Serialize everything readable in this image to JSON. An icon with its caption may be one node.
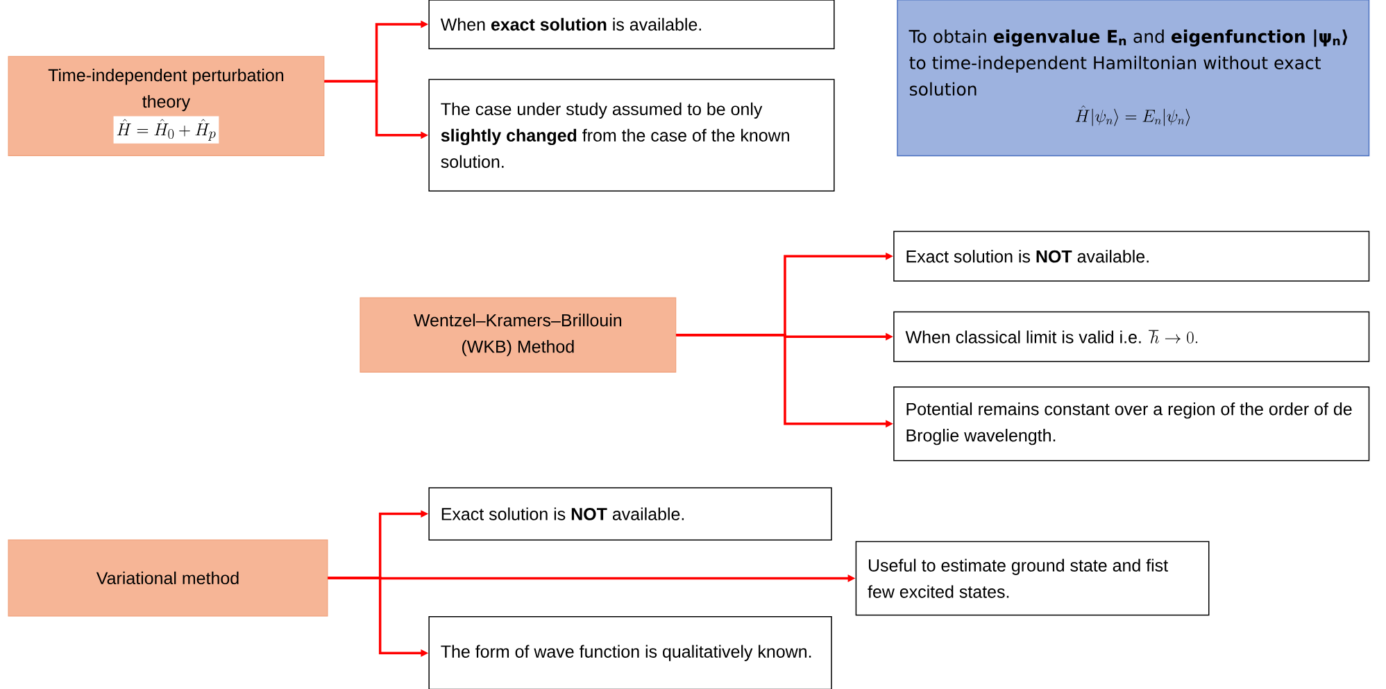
{
  "diagram": {
    "nodes": [
      {
        "text": [
          "Time-independent perturbation theory",
          "\\hat{H} = \\hat{H}_0 + \\hat{H}_p"
        ]
      },
      {
        "text": [
          "When **exact solution** is available."
        ]
      },
      {
        "text": [
          "The case under study assumed to be only **slightly changed** from the case of the known solution."
        ]
      },
      {
        "text": [
          "To obtain **eigenvalue E$_{n}$** and **eigenfunction |ψ$_{n}$⟩** to time-independent Hamiltonian without exact solution",
          "\\hat{H}|\\psi_n\\rangle = E_n|\\psi_n\\rangle"
        ]
      },
      {
        "text": [
          "Wentzel–Kramers–Brillouin (WKB) Method"
        ]
      },
      {
        "text": [
          "Exact solution is **NOT** available."
        ]
      },
      {
        "text": [
          "When classical limit is valid i.e.",
          "\\hbar \\to 0."
        ]
      },
      {
        "text": [
          "Potential remains constant over a region of the order of de Broglie wavelength."
        ]
      },
      {
        "text": [
          "Variational method"
        ]
      },
      {
        "text": [
          "Exact solution is **NOT** available."
        ]
      },
      {
        "text": [
          "Useful to estimate ground state and fist few excited states."
        ]
      },
      {
        "text": [
          "The form of wave function is qualitatively known."
        ]
      }
    ],
    "edges": [
      {
        "from": 0,
        "to": 1,
        "arrow": "to"
      },
      {
        "from": 0,
        "to": 2,
        "arrow": "to"
      },
      {
        "from": 4,
        "to": 5,
        "arrow": "to"
      },
      {
        "from": 4,
        "to": 6,
        "arrow": "to"
      },
      {
        "from": 4,
        "to": 7,
        "arrow": "to"
      },
      {
        "from": 8,
        "to": 9,
        "arrow": "to"
      },
      {
        "from": 8,
        "to": 10,
        "arrow": "to"
      },
      {
        "from": 8,
        "to": 11,
        "arrow": "to"
      }
    ]
  }
}
